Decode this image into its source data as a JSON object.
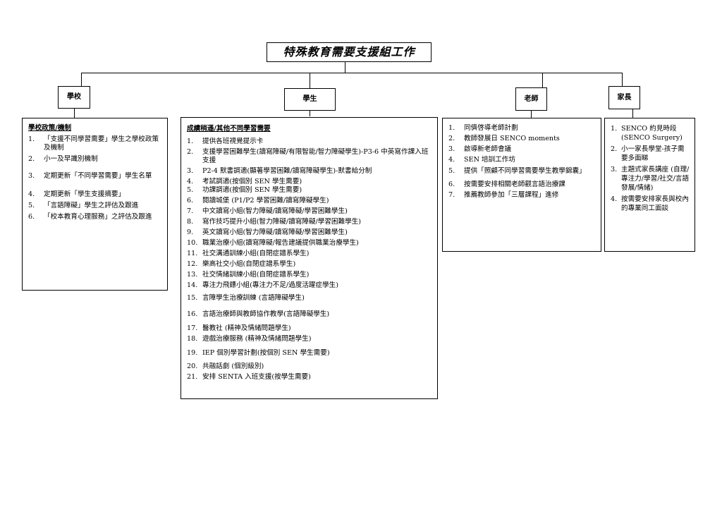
{
  "title": "特殊教育需要支援組工作",
  "headers": {
    "school": "學校",
    "student": "學生",
    "teacher": "老師",
    "parent": "家長"
  },
  "school": {
    "section_title": "學校政策/機制",
    "items": [
      {
        "num": "1.",
        "text": "「支援不同學習需要」學生之學校政策及機制"
      },
      {
        "num": "2.",
        "text": "小一及早識別機制"
      },
      {
        "num": "3.",
        "text": "定期更新「不同學習需要」學生名單"
      },
      {
        "num": "4.",
        "text": "定期更新「學生支援摘要」"
      },
      {
        "num": "5.",
        "text": "「言語障礙」學生之評估及跟進"
      },
      {
        "num": "6.",
        "text": "「校本教育心理服務」之評估及跟進"
      }
    ]
  },
  "student": {
    "section_title": "成績稍遜/其他不同學習需要",
    "items": [
      {
        "num": "1.",
        "text": "提供各班視覺提示卡"
      },
      {
        "num": "2.",
        "text": "支援學習困難學生(讀寫障礙/有限智能/智力障礙學生)-P3-6 中英寫作課入班支援"
      },
      {
        "num": "3.",
        "text": "P2-4 默書調適(顯著學習困難/讀寫障礙學生)-默書給分制"
      },
      {
        "num": "4.",
        "text": "考試調適(按個別 SEN 學生需要)"
      },
      {
        "num": "5.",
        "text": "功課調適(按個別 SEN 學生需要)"
      },
      {
        "num": "6.",
        "text": "閱讀城堡 (P1/P2 學習困難/讀寫障礙學生)"
      },
      {
        "num": "7.",
        "text": "中文讀寫小組(智力障礙/讀寫障礙/學習困難學生)"
      },
      {
        "num": "8.",
        "text": "寫作技巧提升小組(智力障礙/讀寫障礙/學習困難學生)"
      },
      {
        "num": "9.",
        "text": "英文讀寫小組(智力障礙/讀寫障礙/學習困難學生)"
      },
      {
        "num": "10.",
        "text": "職業治療小組(讀寫障礙/報告建議提供職業治療學生)"
      },
      {
        "num": "11.",
        "text": "社交溝通訓練小組(自閉症譜系學生)"
      },
      {
        "num": "12.",
        "text": "樂高社交小組(自閉症譜系學生)"
      },
      {
        "num": "13.",
        "text": "社交情緒訓練小組(自閉症譜系學生)"
      },
      {
        "num": "14.",
        "text": "專注力飛鏢小組(專注力不足/過度活躍症學生)"
      },
      {
        "num": "15.",
        "text": "言障學生治療訓練 (言語障礙學生)"
      },
      {
        "num": "16.",
        "text": "言語治療師與教師協作教學(言語障礙學生)"
      },
      {
        "num": "17.",
        "text": "醫教社 (精神及情緒問題學生)"
      },
      {
        "num": "18.",
        "text": "遊戲治療服務 (精神及情緒問題學生)"
      },
      {
        "num": "19.",
        "text": "IEP 個別學習計劃(按個別 SEN 學生需要)"
      },
      {
        "num": "20.",
        "text": "共融話劇 (個別級別)"
      },
      {
        "num": "21.",
        "text": "安排 SENTA 入班支援(按學生需要)"
      }
    ]
  },
  "teacher": {
    "items": [
      {
        "num": "1.",
        "text": "同儕啓導老師計劃"
      },
      {
        "num": "2.",
        "text": "教師發展日 SENCO moments"
      },
      {
        "num": "3.",
        "text": "啟導新老師會議"
      },
      {
        "num": "4.",
        "text": "SEN 培訓工作坊"
      },
      {
        "num": "5.",
        "text": "提供「照顧不同學習需要學生教學錦囊」"
      },
      {
        "num": "6.",
        "text": "按需要安排相關老師觀言語治療課"
      },
      {
        "num": "7.",
        "text": "推薦教師參加「三層課程」進修"
      }
    ]
  },
  "parent": {
    "items": [
      {
        "num": "1.",
        "text": "SENCO 約見時段 (SENCO Surgery)"
      },
      {
        "num": "2.",
        "text": "小一家長學堂-孩子需要多面睇"
      },
      {
        "num": "3.",
        "text": "主題式家長講座 (自理/專注力/學習/社交/言語發展/情緒)"
      },
      {
        "num": "4.",
        "text": "按需要安排家長與校內的專業同工面談"
      }
    ]
  }
}
